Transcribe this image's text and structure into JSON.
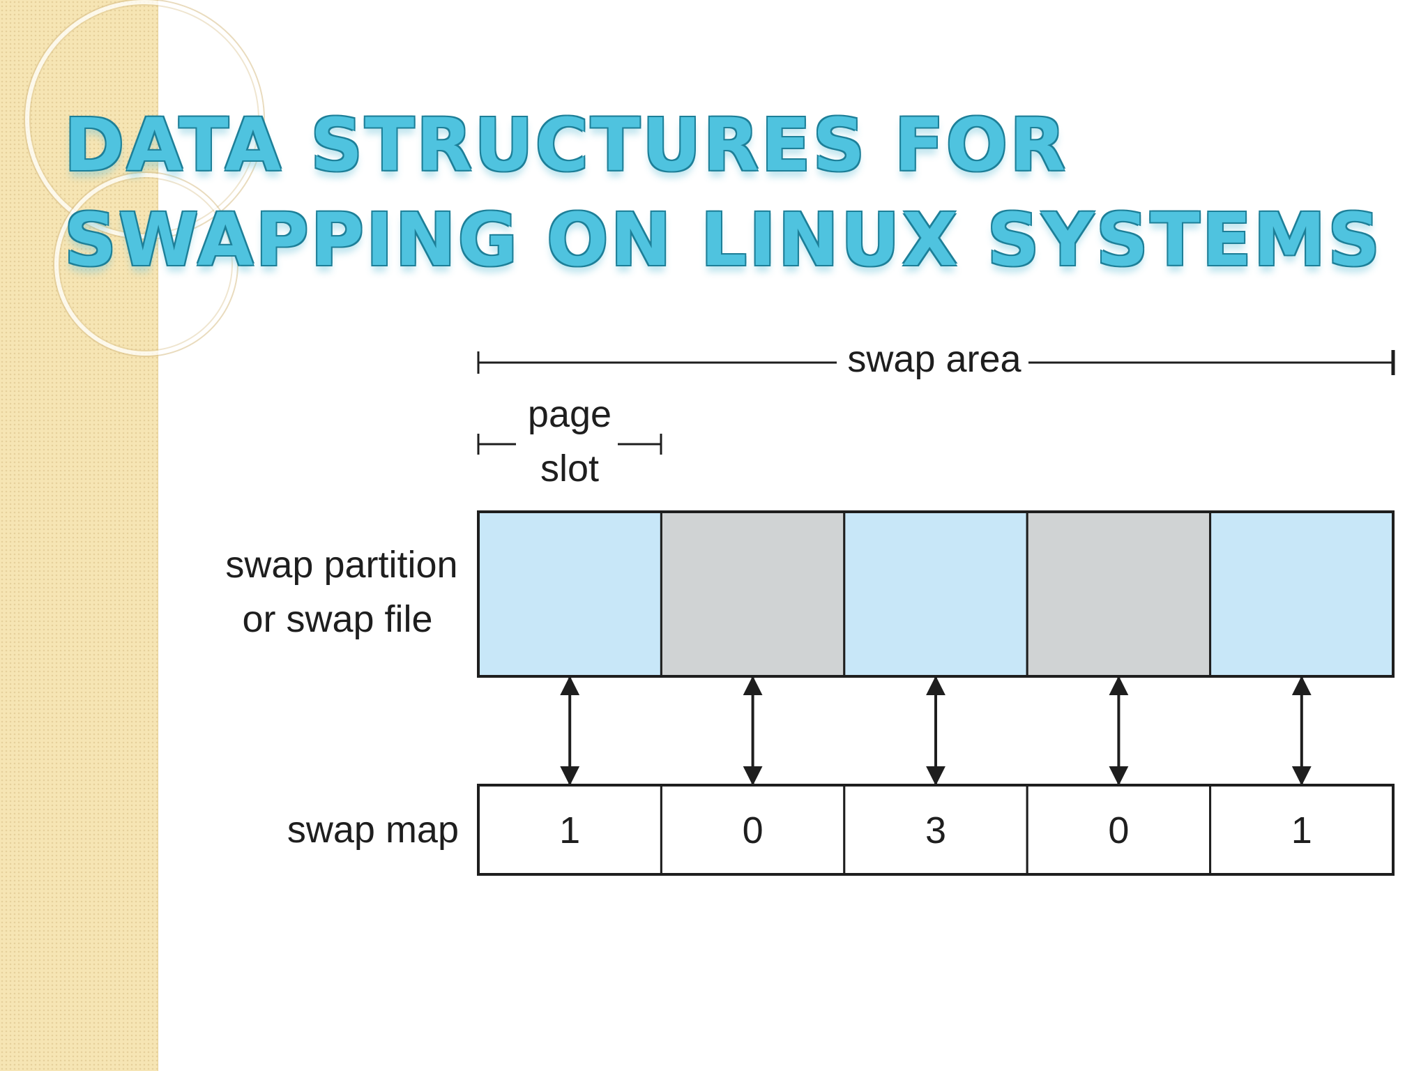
{
  "slide": {
    "title_line1": "Data Structures for",
    "title_line2": "Swapping on Linux Systems"
  },
  "diagram": {
    "swap_area_label": "swap area",
    "page_slot_label_line1": "page",
    "page_slot_label_line2": "slot",
    "partition_label_line1": "swap partition",
    "partition_label_line2": "or swap file",
    "swap_map_label": "swap map",
    "slots": [
      {
        "fill": "#c8e7f8",
        "map_value": "1"
      },
      {
        "fill": "#d0d3d4",
        "map_value": "0"
      },
      {
        "fill": "#c8e7f8",
        "map_value": "3"
      },
      {
        "fill": "#d0d3d4",
        "map_value": "0"
      },
      {
        "fill": "#c8e7f8",
        "map_value": "1"
      }
    ]
  },
  "colors": {
    "title_fill": "#4fc3df",
    "title_outline": "#1d7f98",
    "in_use_slot": "#c8e7f8",
    "free_slot": "#d0d3d4"
  }
}
